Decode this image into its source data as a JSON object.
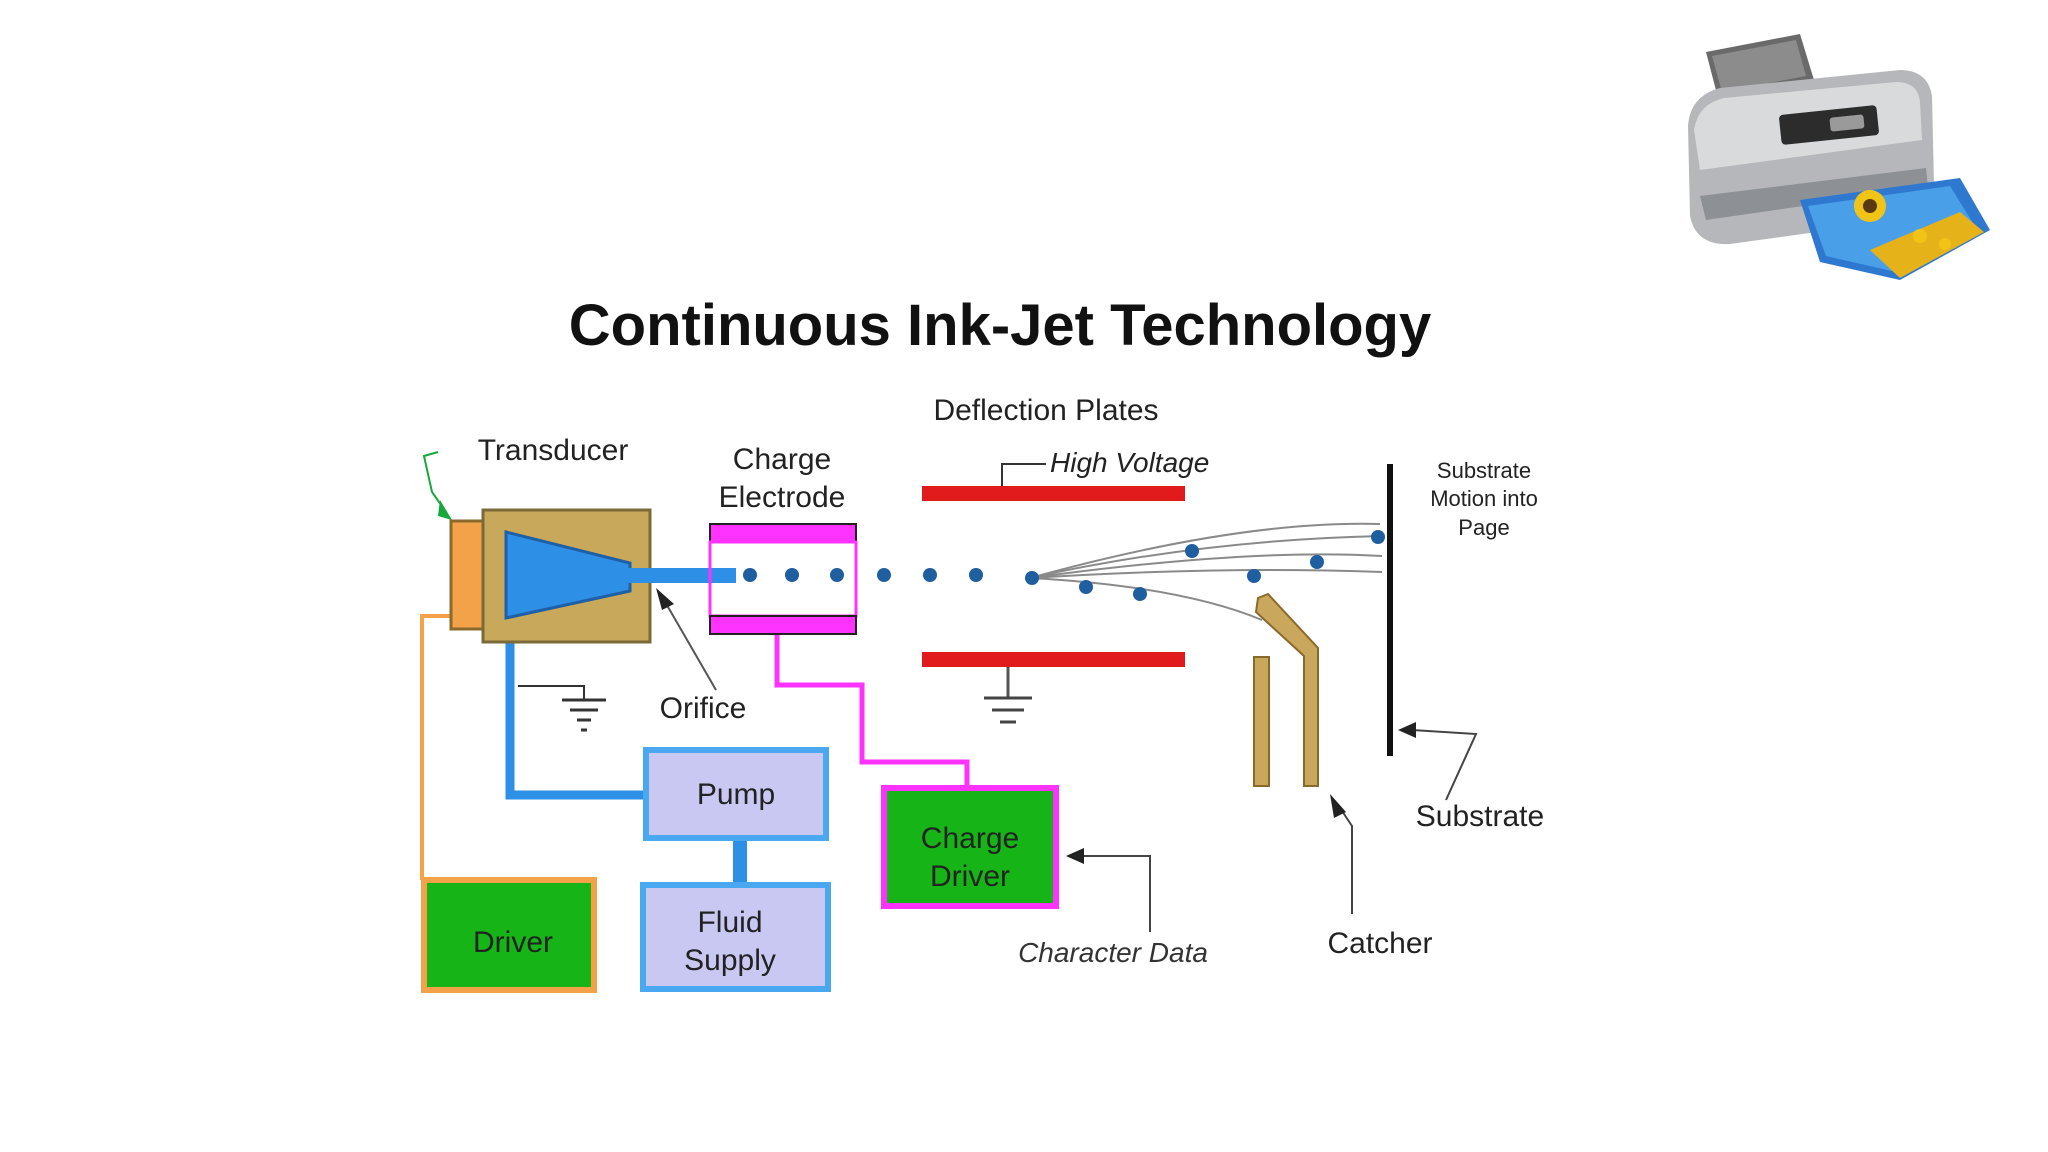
{
  "title": "Continuous Ink-Jet Technology",
  "labels": {
    "deflection_plates": "Deflection Plates",
    "transducer": "Transducer",
    "charge_electrode_line1": "Charge",
    "charge_electrode_line2": "Electrode",
    "high_voltage": "High Voltage",
    "substrate_motion_line1": "Substrate",
    "substrate_motion_line2": "Motion into",
    "substrate_motion_line3": "Page",
    "orifice": "Orifice",
    "substrate": "Substrate",
    "catcher": "Catcher",
    "character_data": "Character Data"
  },
  "boxes": {
    "pump": "Pump",
    "fluid_supply_line1": "Fluid",
    "fluid_supply_line2": "Supply",
    "driver": "Driver",
    "charge_driver_line1": "Charge",
    "charge_driver_line2": "Driver"
  },
  "icons": {
    "printer": "printer-photo-icon",
    "ground": "ground-symbol-icon"
  },
  "colors": {
    "title": "#111111",
    "nozzle_blue": "#2e8fe6",
    "transducer_tan": "#c8a85a",
    "transducer_orange": "#f4a24a",
    "electrode_magenta": "#ff33ff",
    "plate_red": "#e11b1b",
    "driver_green": "#16b416",
    "pump_fill": "#c9c8f2",
    "pump_border": "#4aa8f0",
    "drop_blue": "#1f5fa0",
    "catcher_tan": "#c9a85e"
  }
}
